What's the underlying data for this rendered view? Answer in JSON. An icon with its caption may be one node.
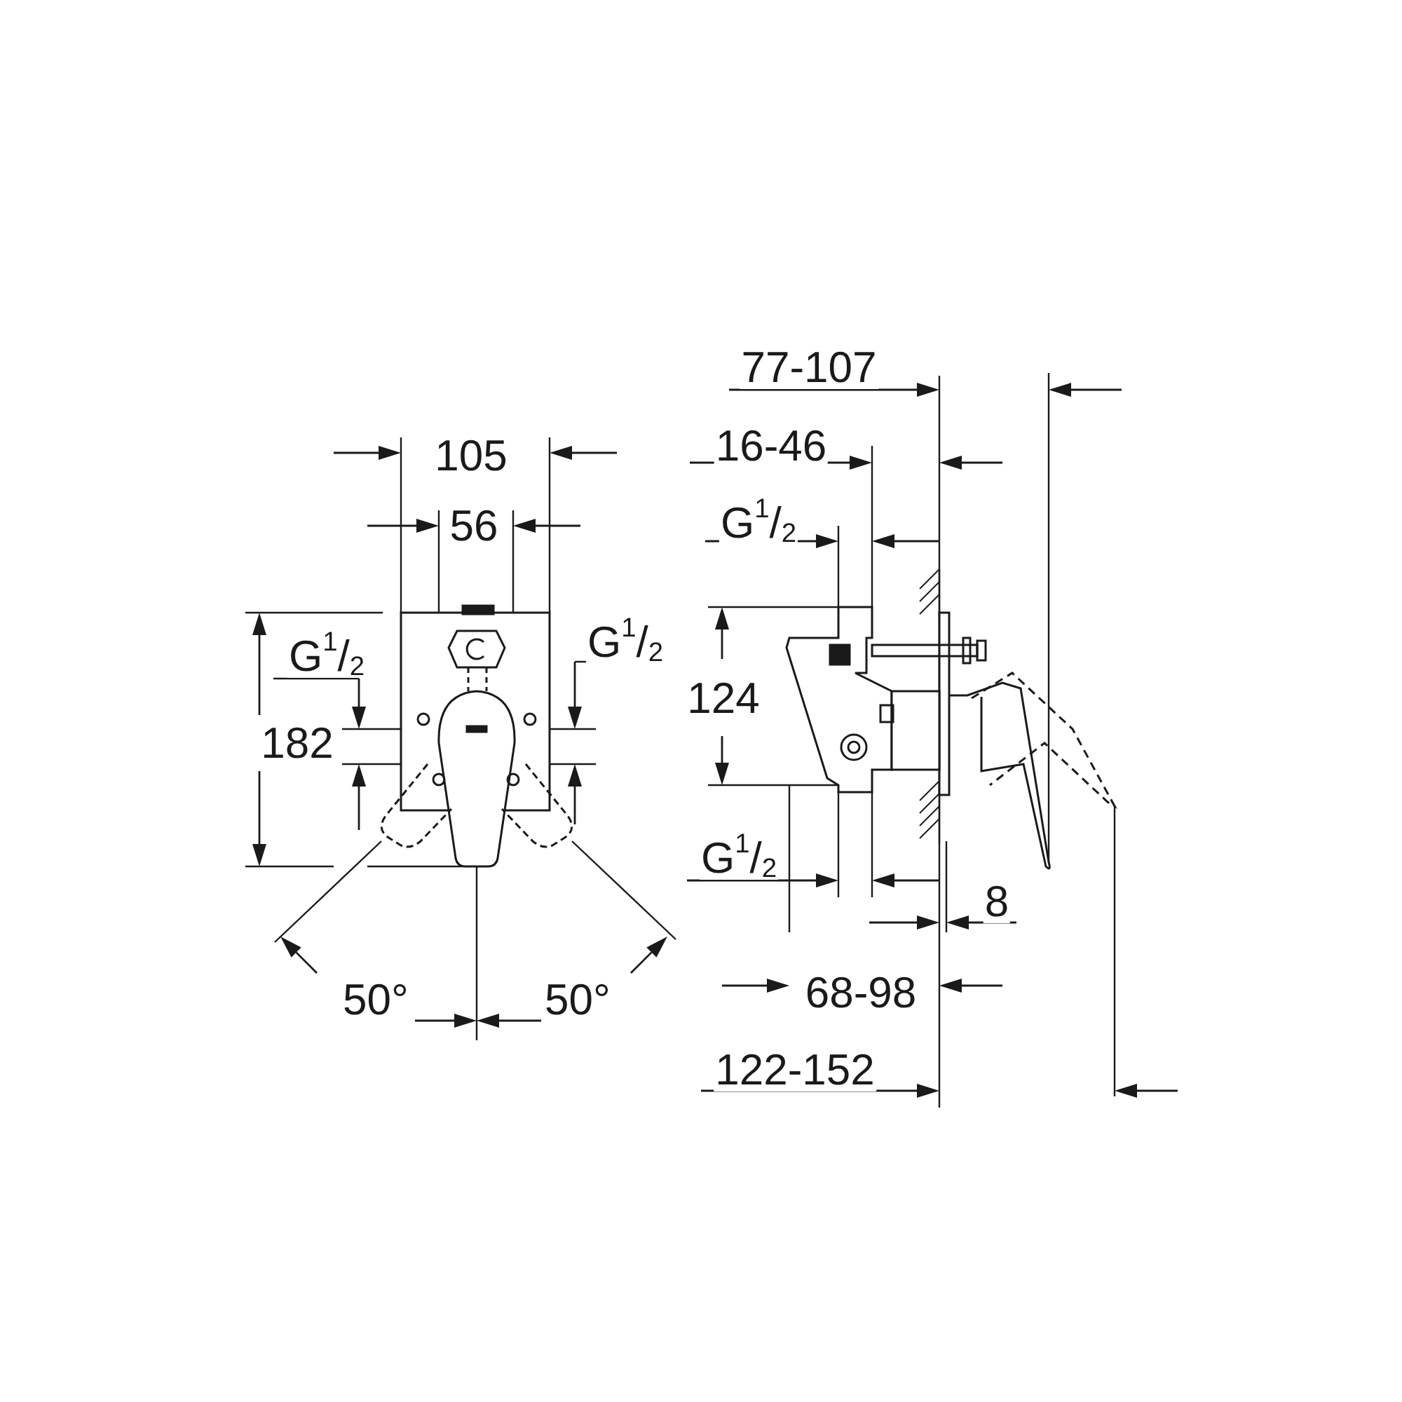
{
  "diagram": {
    "labels": [
      "77-107",
      "105",
      "16-46",
      "56",
      "G$^{1}$/$_{2}$",
      "G$^{1}$/$_{2}$",
      "G$^{1}$/$_{2}$",
      "124",
      "182",
      "G$^{1}$/$_{2}$",
      "8",
      "50°",
      "50°",
      "68-98",
      "122-152"
    ]
  }
}
